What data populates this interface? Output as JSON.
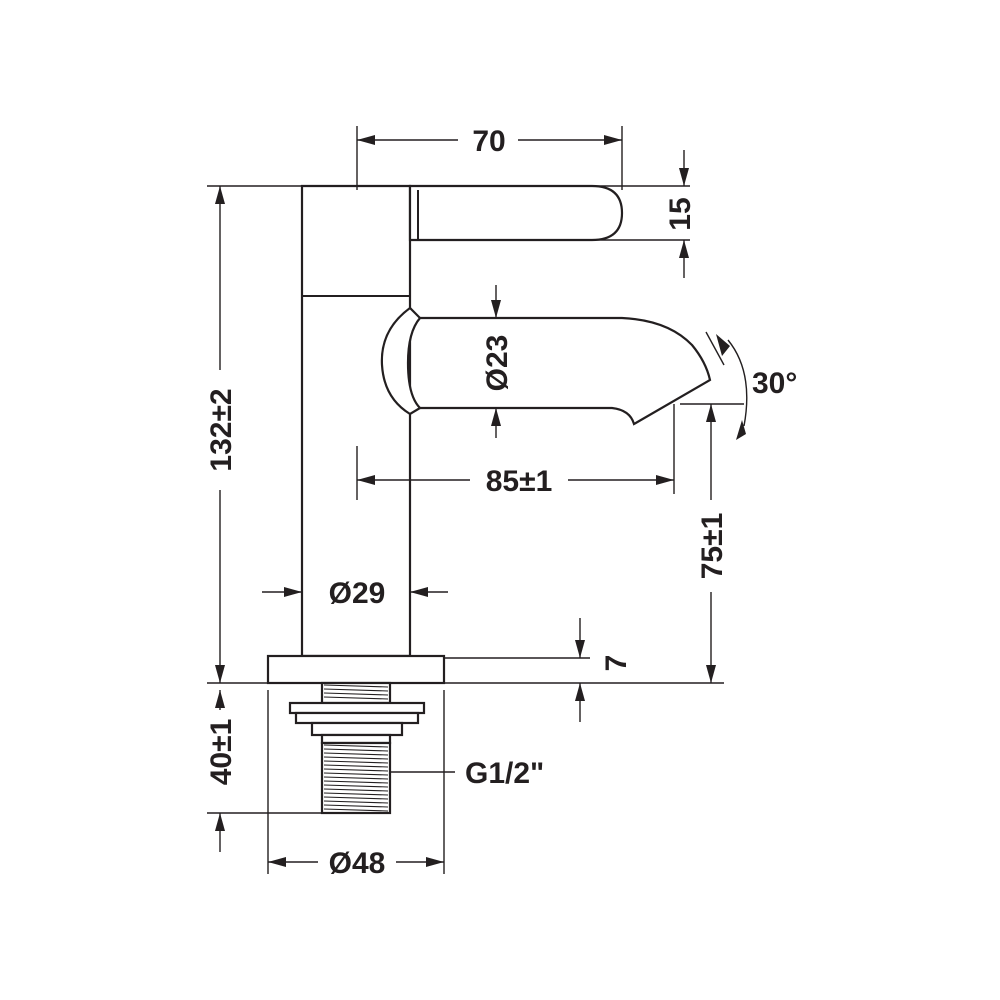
{
  "dimensions": {
    "lever_length": "70",
    "lever_height": "15",
    "spout_diameter": "Ø23",
    "total_height": "132±2",
    "spout_reach": "85±1",
    "spout_angle": "30°",
    "spout_height": "75±1",
    "body_diameter": "Ø29",
    "base_thickness": "7",
    "shank_length": "40±1",
    "thread": "G1/2\"",
    "base_diameter": "Ø48"
  }
}
